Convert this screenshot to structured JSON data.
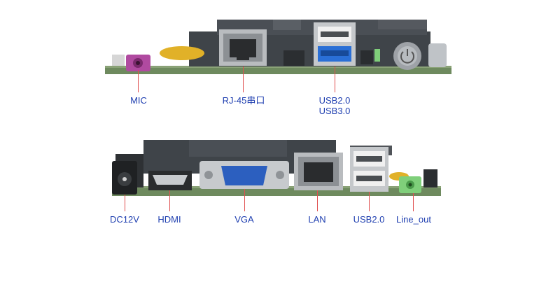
{
  "top_board": {
    "ports": [
      {
        "id": "mic",
        "label": "MIC"
      },
      {
        "id": "rj45",
        "label": "RJ-45串口"
      },
      {
        "id": "usb",
        "label": "USB2.0",
        "label2": "USB3.0"
      }
    ]
  },
  "bottom_board": {
    "ports": [
      {
        "id": "dc",
        "label": "DC12V"
      },
      {
        "id": "hdmi",
        "label": "HDMI"
      },
      {
        "id": "vga",
        "label": "VGA"
      },
      {
        "id": "lan",
        "label": "LAN"
      },
      {
        "id": "usb2",
        "label": "USB2.0"
      },
      {
        "id": "lineout",
        "label": "Line_out"
      }
    ]
  },
  "colors": {
    "pcb": "#5a7a55",
    "heatsink": "#3e4247",
    "leader": "#e05050",
    "label": "#1f3fb0",
    "mic_jack": "#b04aa0",
    "usb3_blue": "#2a6fd6",
    "lineout_green": "#7fcf7a",
    "vga_blue": "#2c5fbf"
  }
}
